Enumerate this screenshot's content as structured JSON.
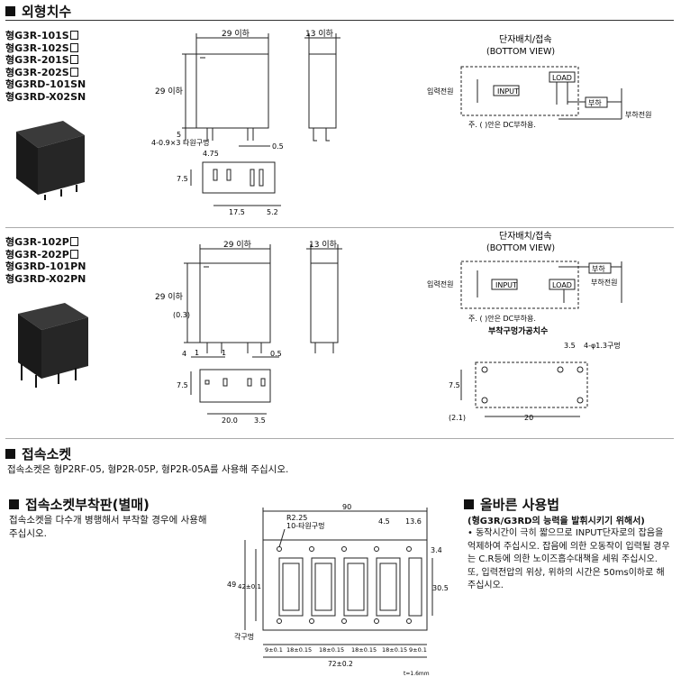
{
  "sections": {
    "dimensions": "외형치수",
    "socket": "접속소켓",
    "socket_mount": "접속소켓부착판(별매)",
    "usage": "올바른 사용법"
  },
  "group1": {
    "models": [
      "형G3R-101S",
      "형G3R-102S",
      "형G3R-201S",
      "형G3R-202S",
      "형G3RD-101SN",
      "형G3RD-X02SN"
    ],
    "dim_width": "29 이하",
    "dim_depth": "13 이하",
    "dim_height": "29 이하",
    "dim_pin_depth": "5",
    "pin_note": "4-0.9×3 타원구멍",
    "dim_475": "4.75",
    "dim_05": "0.5",
    "dim_75": "7.5",
    "dim_175": "17.5",
    "dim_52": "5.2",
    "terminal_title": "단자배치/접속",
    "bottom_view": "(BOTTOM VIEW)",
    "input_power": "입력전원",
    "input": "INPUT",
    "load": "LOAD",
    "load_kr": "부하",
    "load_power": "부하전원",
    "note": "주. ( )안은 DC부하용."
  },
  "group2": {
    "models": [
      "형G3R-102P",
      "형G3R-202P",
      "형G3RD-101PN",
      "형G3RD-X02PN"
    ],
    "dim_width": "29 이하",
    "dim_depth": "13 이하",
    "dim_height": "29 이하",
    "dim_03": "(0.3)",
    "dim_4": "4",
    "dim_1": "1",
    "dim_05": "0.5",
    "dim_75": "7.5",
    "dim_20": "20.0",
    "dim_35": "3.5",
    "terminal_title": "단자배치/접속",
    "bottom_view": "(BOTTOM VIEW)",
    "input_power": "입력전원",
    "input": "INPUT",
    "load": "LOAD",
    "load_kr": "부하",
    "load_power": "부하전원",
    "note": "주. ( )안은 DC부하용.",
    "hole_title": "부착구멍가공치수",
    "hole_note": "4-φ1.3구멍",
    "hole_35": "3.5",
    "hole_75": "7.5",
    "hole_21": "(2.1)",
    "hole_20": "20"
  },
  "socket_text": "접속소켓은 형P2RF-05, 형P2R-05P, 형P2R-05A를 사용해 주십시오.",
  "mount_text": "접속소켓을 다수개 병행해서 부착할 경우에 사용해 주십시오.",
  "mount_drawing": {
    "dim_90": "90",
    "r225": "R2.25",
    "holes": "10-타원구멍",
    "dim_45": "4.5",
    "dim_136": "13.6",
    "dim_34": "3.4",
    "dim_49": "49",
    "dim_42": "42±0.1",
    "dim_305": "30.5",
    "corner": "각구멍",
    "bottom_dims": [
      "9±0.1",
      "18±0.15",
      "18±0.15",
      "18±0.15",
      "18±0.15",
      "9±0.1"
    ],
    "dim_72": "72±0.2",
    "thickness": "t=1.6mm"
  },
  "usage_subtitle": "(형G3R/G3RD의 능력을 발휘시키기 위해서)",
  "usage_text": "• 동작시간이 극히 짧으므로 INPUT단자로의 잡음을 억제하여 주십시오. 잡음에 의한 오동작이 입력될 경우는 C.R등에 의한 노이즈흡수대책을 세워 주십시오. 또, 입력전압의 위상, 위하의 시간은 50ms이하로 해 주십시오."
}
